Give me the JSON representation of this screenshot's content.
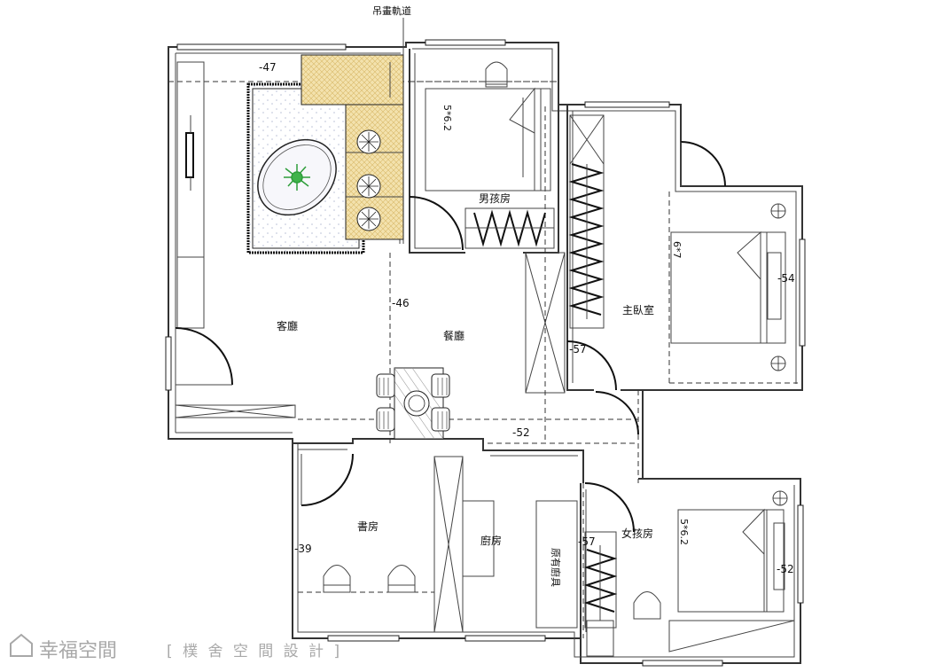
{
  "rooms": {
    "living": "客廳",
    "dining": "餐廳",
    "boy_room": "男孩房",
    "master": "主臥室",
    "study": "書房",
    "kitchen": "廚房",
    "girl_room": "女孩房"
  },
  "dimensions": {
    "d47": "-47",
    "d46": "-46",
    "d57a": "-57",
    "d54": "-54",
    "d52a": "-52",
    "d39": "-39",
    "d57b": "-57",
    "d52b": "-52"
  },
  "beds": {
    "boy": "5*6.2",
    "master": "6*7",
    "girl": "5*6.2"
  },
  "callouts": {
    "track": "吊畫軌道",
    "cabinet": "原有廚具"
  },
  "watermark": {
    "brand": "幸福空間",
    "designer": "[ 樸 舍 空 間 設 計 ]"
  }
}
